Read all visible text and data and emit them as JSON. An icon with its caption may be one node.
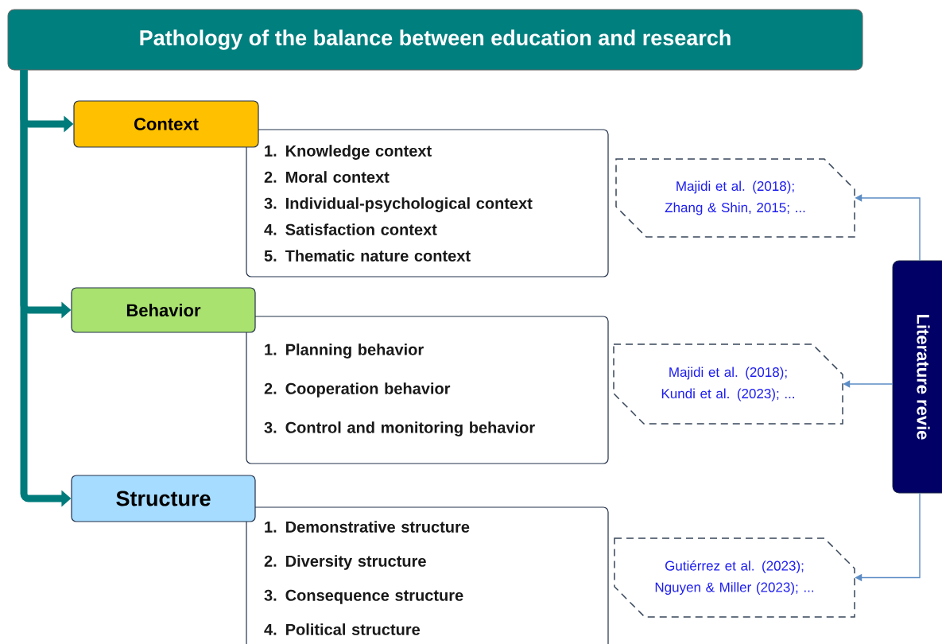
{
  "diagram": {
    "nodes": [
      {
        "text": [
          "Pathology of the balance between education and research"
        ]
      },
      {
        "text": [
          "Context"
        ]
      },
      {
        "text": [
          "1. Knowledge context",
          "2. Moral context",
          "3. Individual-psychological context",
          "4. Satisfaction context",
          "5. Thematic nature context"
        ]
      },
      {
        "text": [
          "Majidi et al. (2018); Zhang & Shin, 2015; ..."
        ]
      },
      {
        "text": [
          "Behavior"
        ]
      },
      {
        "text": [
          "1. Planning behavior",
          "2. Cooperation behavior",
          "3. Control and monitoring behavior"
        ]
      },
      {
        "text": [
          "Majidi et al. (2018); Kundi et al. (2023); ..."
        ]
      },
      {
        "text": [
          "Structure"
        ]
      },
      {
        "text": [
          "1. Demonstrative structure",
          "2. Diversity structure",
          "3. Consequence structure",
          "4. Political structure"
        ]
      },
      {
        "text": [
          "Gutiérrez et al. (2023); Nguyen & Miller (2023); ..."
        ]
      },
      {
        "text": [
          "Literature revie"
        ]
      }
    ],
    "edges": [
      {
        "from": 0,
        "to": 1,
        "arrow": "to",
        "style": "thick",
        "color": "#007b7b"
      },
      {
        "from": 0,
        "to": 4,
        "arrow": "to",
        "style": "thick",
        "color": "#007b7b"
      },
      {
        "from": 0,
        "to": 7,
        "arrow": "to",
        "style": "thick",
        "color": "#007b7b"
      },
      {
        "from": 10,
        "to": 3,
        "arrow": "to",
        "color": "#5b8cc4"
      },
      {
        "from": 10,
        "to": 6,
        "arrow": "to",
        "color": "#5b8cc4"
      },
      {
        "from": 10,
        "to": 9,
        "arrow": "to",
        "color": "#5b8cc4"
      }
    ]
  }
}
